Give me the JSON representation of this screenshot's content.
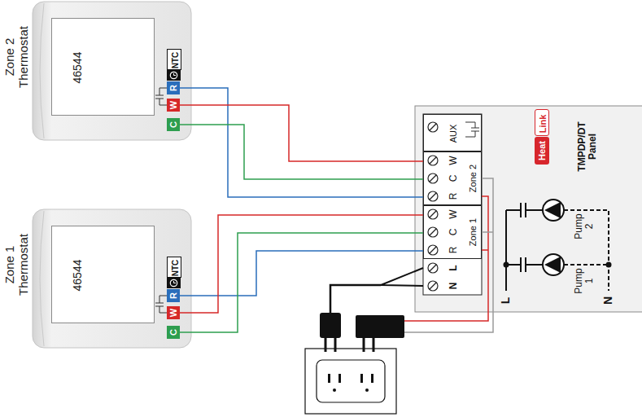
{
  "diagram": {
    "nodes": [
      {
        "text": [
          "Zone 2 Thermostat"
        ]
      },
      {
        "text": [
          "46544"
        ],
        "in": 0
      },
      {
        "text": [
          "NTC"
        ],
        "in": 0
      },
      {
        "text": [
          "R"
        ],
        "in": 0
      },
      {
        "text": [
          "W"
        ],
        "in": 0
      },
      {
        "text": [
          "C"
        ],
        "in": 0
      },
      {
        "text": [
          "Zone 1 Thermostat"
        ]
      },
      {
        "text": [
          "46544"
        ],
        "in": 6
      },
      {
        "text": [
          "NTC"
        ],
        "in": 6
      },
      {
        "text": [
          "R"
        ],
        "in": 6
      },
      {
        "text": [
          "W"
        ],
        "in": 6
      },
      {
        "text": [
          "C"
        ],
        "in": 6
      },
      {
        "text": [
          "TMPDP/DT Panel"
        ]
      },
      {
        "text": [
          "Heat"
        ],
        "in": 12
      },
      {
        "text": [
          "Link"
        ],
        "in": 12
      },
      {
        "text": [
          "AUX"
        ],
        "in": 12
      },
      {
        "text": [
          "Zone 2"
        ],
        "in": 12
      },
      {
        "text": [
          "W"
        ],
        "in": 16
      },
      {
        "text": [
          "C"
        ],
        "in": 16
      },
      {
        "text": [
          "R"
        ],
        "in": 16
      },
      {
        "text": [
          "Zone 1"
        ],
        "in": 12
      },
      {
        "text": [
          "W"
        ],
        "in": 20
      },
      {
        "text": [
          "C"
        ],
        "in": 20
      },
      {
        "text": [
          "R"
        ],
        "in": 20
      },
      {
        "text": [
          "L"
        ],
        "in": 12
      },
      {
        "text": [
          "N"
        ],
        "in": 12
      }
    ],
    "edges": [
      {
        "from": 3,
        "to": 19,
        "arrow": "none"
      },
      {
        "from": 4,
        "to": 17,
        "arrow": "none"
      },
      {
        "from": 5,
        "to": 18,
        "arrow": "none"
      },
      {
        "from": 9,
        "to": 23,
        "arrow": "none"
      },
      {
        "from": 10,
        "to": 21,
        "arrow": "none"
      },
      {
        "from": 11,
        "to": 22,
        "arrow": "none"
      }
    ],
    "labels": [
      "Pump 2",
      "Pump 1",
      "L",
      "N"
    ]
  }
}
